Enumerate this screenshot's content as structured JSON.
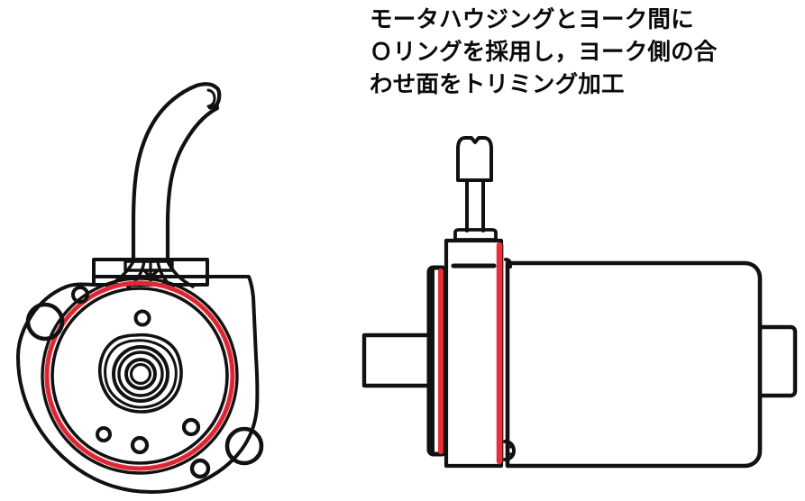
{
  "figure": {
    "kind": "technical-line-drawing",
    "background_color": "#ffffff",
    "line_color": "#111111",
    "highlight_color": "#E8303C",
    "annotation": {
      "text": "モータハウジングとヨーク間に\nＯリングを採用し，ヨーク側の合\nわせ面をトリミング加工",
      "lines": [
        "モータハウジングとヨーク間に",
        "Ｏリングを採用し，ヨーク側の合",
        "わせ面をトリミング加工"
      ]
    },
    "views": [
      {
        "id": "end-view",
        "name": "motor-end-view",
        "description": "Axial end view of motor housing flange with O-ring groove, mounting bosses, central splined hub and cable harness",
        "parts": [
          {
            "name": "cable-harness",
            "color": "#111111"
          },
          {
            "name": "terminal-block",
            "color": "#111111"
          },
          {
            "name": "housing-flange-outline",
            "color": "#111111"
          },
          {
            "name": "o-ring-seal-circle",
            "color": "#E8303C"
          },
          {
            "name": "bearing-boss-circle",
            "color": "#111111"
          },
          {
            "name": "splined-hub",
            "color": "#111111"
          },
          {
            "name": "mounting-hole-upper-left",
            "color": "#111111"
          },
          {
            "name": "mounting-hole-lower-right",
            "color": "#111111"
          },
          {
            "name": "small-bolt-holes",
            "count": 6,
            "color": "#111111"
          }
        ]
      },
      {
        "id": "side-view",
        "name": "motor-side-view",
        "description": "Longitudinal side view showing output shaft, motor housing, O-ring mating faces and yoke barrel",
        "parts": [
          {
            "name": "connector-cap",
            "color": "#111111"
          },
          {
            "name": "connector-neck",
            "color": "#111111"
          },
          {
            "name": "output-shaft",
            "color": "#111111"
          },
          {
            "name": "mounting-flange-plate",
            "color": "#111111"
          },
          {
            "name": "motor-housing-block",
            "color": "#111111"
          },
          {
            "name": "o-ring-line-front",
            "color": "#E8303C"
          },
          {
            "name": "o-ring-line-rear",
            "color": "#E8303C"
          },
          {
            "name": "yoke-barrel",
            "color": "#111111"
          },
          {
            "name": "yoke-rear-boss",
            "color": "#111111"
          },
          {
            "name": "housing-detail-line",
            "color": "#111111"
          }
        ]
      }
    ]
  }
}
